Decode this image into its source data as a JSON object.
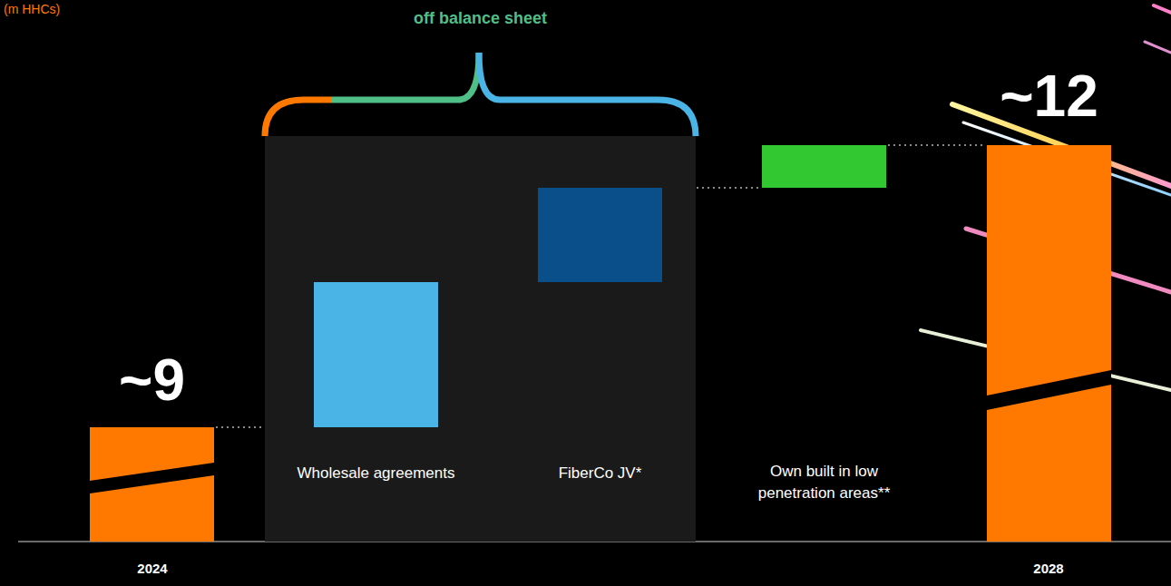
{
  "diagram": {
    "nodes": [
      {
        "text": [
          "~9"
        ]
      },
      {
        "text": [
          "off balance sheet"
        ]
      },
      {
        "text": [
          "Wholesale agreements"
        ],
        "in": 1
      },
      {
        "text": [
          "FiberCo JV*"
        ],
        "in": 1
      },
      {
        "text": [
          "Own built in low penetration areas**"
        ]
      },
      {
        "text": [
          "~12"
        ]
      }
    ],
    "edges": [
      {
        "from": 0,
        "to": 2,
        "arrow": "none"
      },
      {
        "from": 2,
        "to": 3,
        "arrow": "none"
      },
      {
        "from": 3,
        "to": 4,
        "arrow": "none"
      },
      {
        "from": 4,
        "to": 5,
        "arrow": "none"
      }
    ],
    "labels": [
      "(m HHCs)",
      "2024",
      "2028"
    ]
  }
}
